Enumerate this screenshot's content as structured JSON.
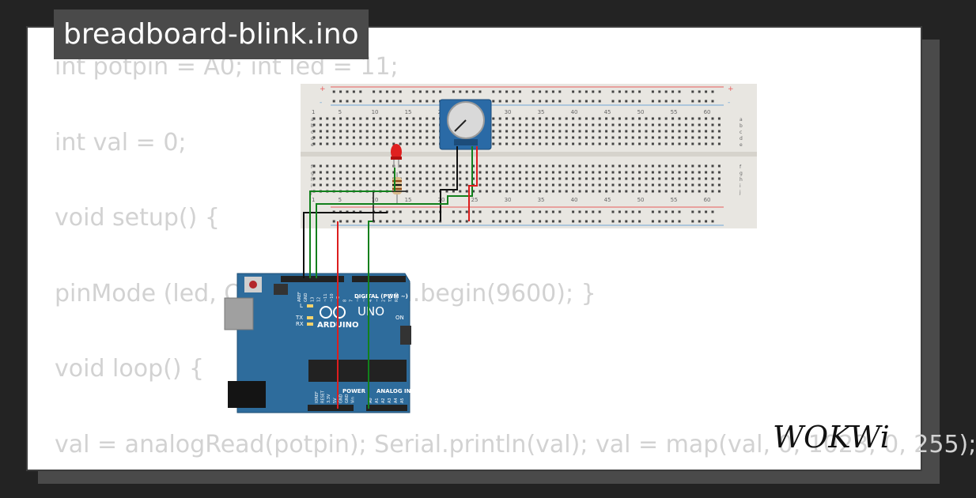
{
  "project": {
    "filename": "breadboard-blink.ino"
  },
  "code_lines": [
    "int potpin = A0; int led = 11;",
    "int val = 0;",
    "void setup() {",
    "pinMode (led, OUTPUT); Serial.begin(9600); }",
    "void loop() {",
    "val = analogRead(potpin); Serial.println(val); val = map(val, 0, 1023, 0, 255);"
  ],
  "breadboard": {
    "column_numbers": [
      "1",
      "5",
      "10",
      "15",
      "20",
      "25",
      "30",
      "35",
      "40",
      "45",
      "50",
      "55",
      "60"
    ],
    "row_letters_top": [
      "a",
      "b",
      "c",
      "d",
      "e"
    ],
    "row_letters_bottom": [
      "f",
      "g",
      "h",
      "i",
      "j"
    ],
    "rail_plus": "+",
    "rail_minus": "-"
  },
  "arduino": {
    "model": "UNO",
    "brand": "ARDUINO",
    "digital_label": "DIGITAL (PWM ~)",
    "power_label": "POWER",
    "analog_label": "ANALOG IN",
    "on_label": "ON",
    "l_label": "L",
    "tx_label": "TX",
    "rx_label": "RX",
    "header_top": [
      "AREF",
      "GND",
      "13",
      "12",
      "~11",
      "~10",
      "~9",
      "8",
      "7",
      "~6",
      "~5",
      "4",
      "~3",
      "2",
      "TX 1",
      "RX 0"
    ],
    "header_power": [
      "IOREF",
      "RESET",
      "3.3V",
      "5V",
      "GND",
      "GND",
      "Vin"
    ],
    "header_analog": [
      "A0",
      "A1",
      "A2",
      "A3",
      "A4",
      "A5"
    ]
  },
  "colors": {
    "background": "#232323",
    "card": "#ffffff",
    "code_text": "#d2d2d2",
    "badge_bg": "#4a4a4a",
    "board_blue": "#2e6c9c",
    "wire_red": "#dc1e1e",
    "wire_green": "#12801c",
    "wire_black": "#111111",
    "rail_red": "#e85c5c",
    "rail_blue": "#6fa6d6"
  },
  "brand": {
    "logo_text": "WOKWi"
  }
}
